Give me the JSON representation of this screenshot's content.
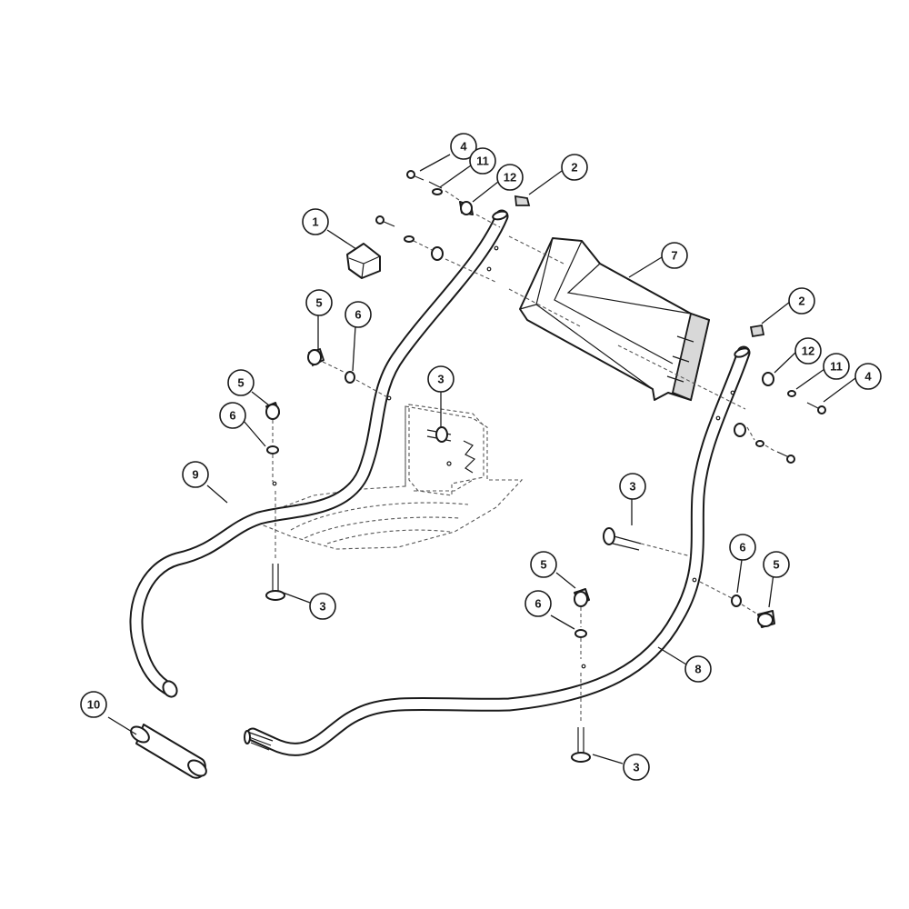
{
  "callouts": [
    {
      "id": "c4a",
      "label": "4"
    },
    {
      "id": "c11a",
      "label": "11"
    },
    {
      "id": "c12a",
      "label": "12"
    },
    {
      "id": "c2a",
      "label": "2"
    },
    {
      "id": "c1",
      "label": "1"
    },
    {
      "id": "c7",
      "label": "7"
    },
    {
      "id": "c2b",
      "label": "2"
    },
    {
      "id": "c12b",
      "label": "12"
    },
    {
      "id": "c11b",
      "label": "11"
    },
    {
      "id": "c4b",
      "label": "4"
    },
    {
      "id": "c5a",
      "label": "5"
    },
    {
      "id": "c6a",
      "label": "6"
    },
    {
      "id": "c3a",
      "label": "3"
    },
    {
      "id": "c5b",
      "label": "5"
    },
    {
      "id": "c6b",
      "label": "6"
    },
    {
      "id": "c9",
      "label": "9"
    },
    {
      "id": "c3b",
      "label": "3"
    },
    {
      "id": "c3c",
      "label": "3"
    },
    {
      "id": "c6c",
      "label": "6"
    },
    {
      "id": "c5c",
      "label": "5"
    },
    {
      "id": "c5d",
      "label": "5"
    },
    {
      "id": "c6d",
      "label": "6"
    },
    {
      "id": "c8",
      "label": "8"
    },
    {
      "id": "c10",
      "label": "10"
    },
    {
      "id": "c3d",
      "label": "3"
    }
  ]
}
